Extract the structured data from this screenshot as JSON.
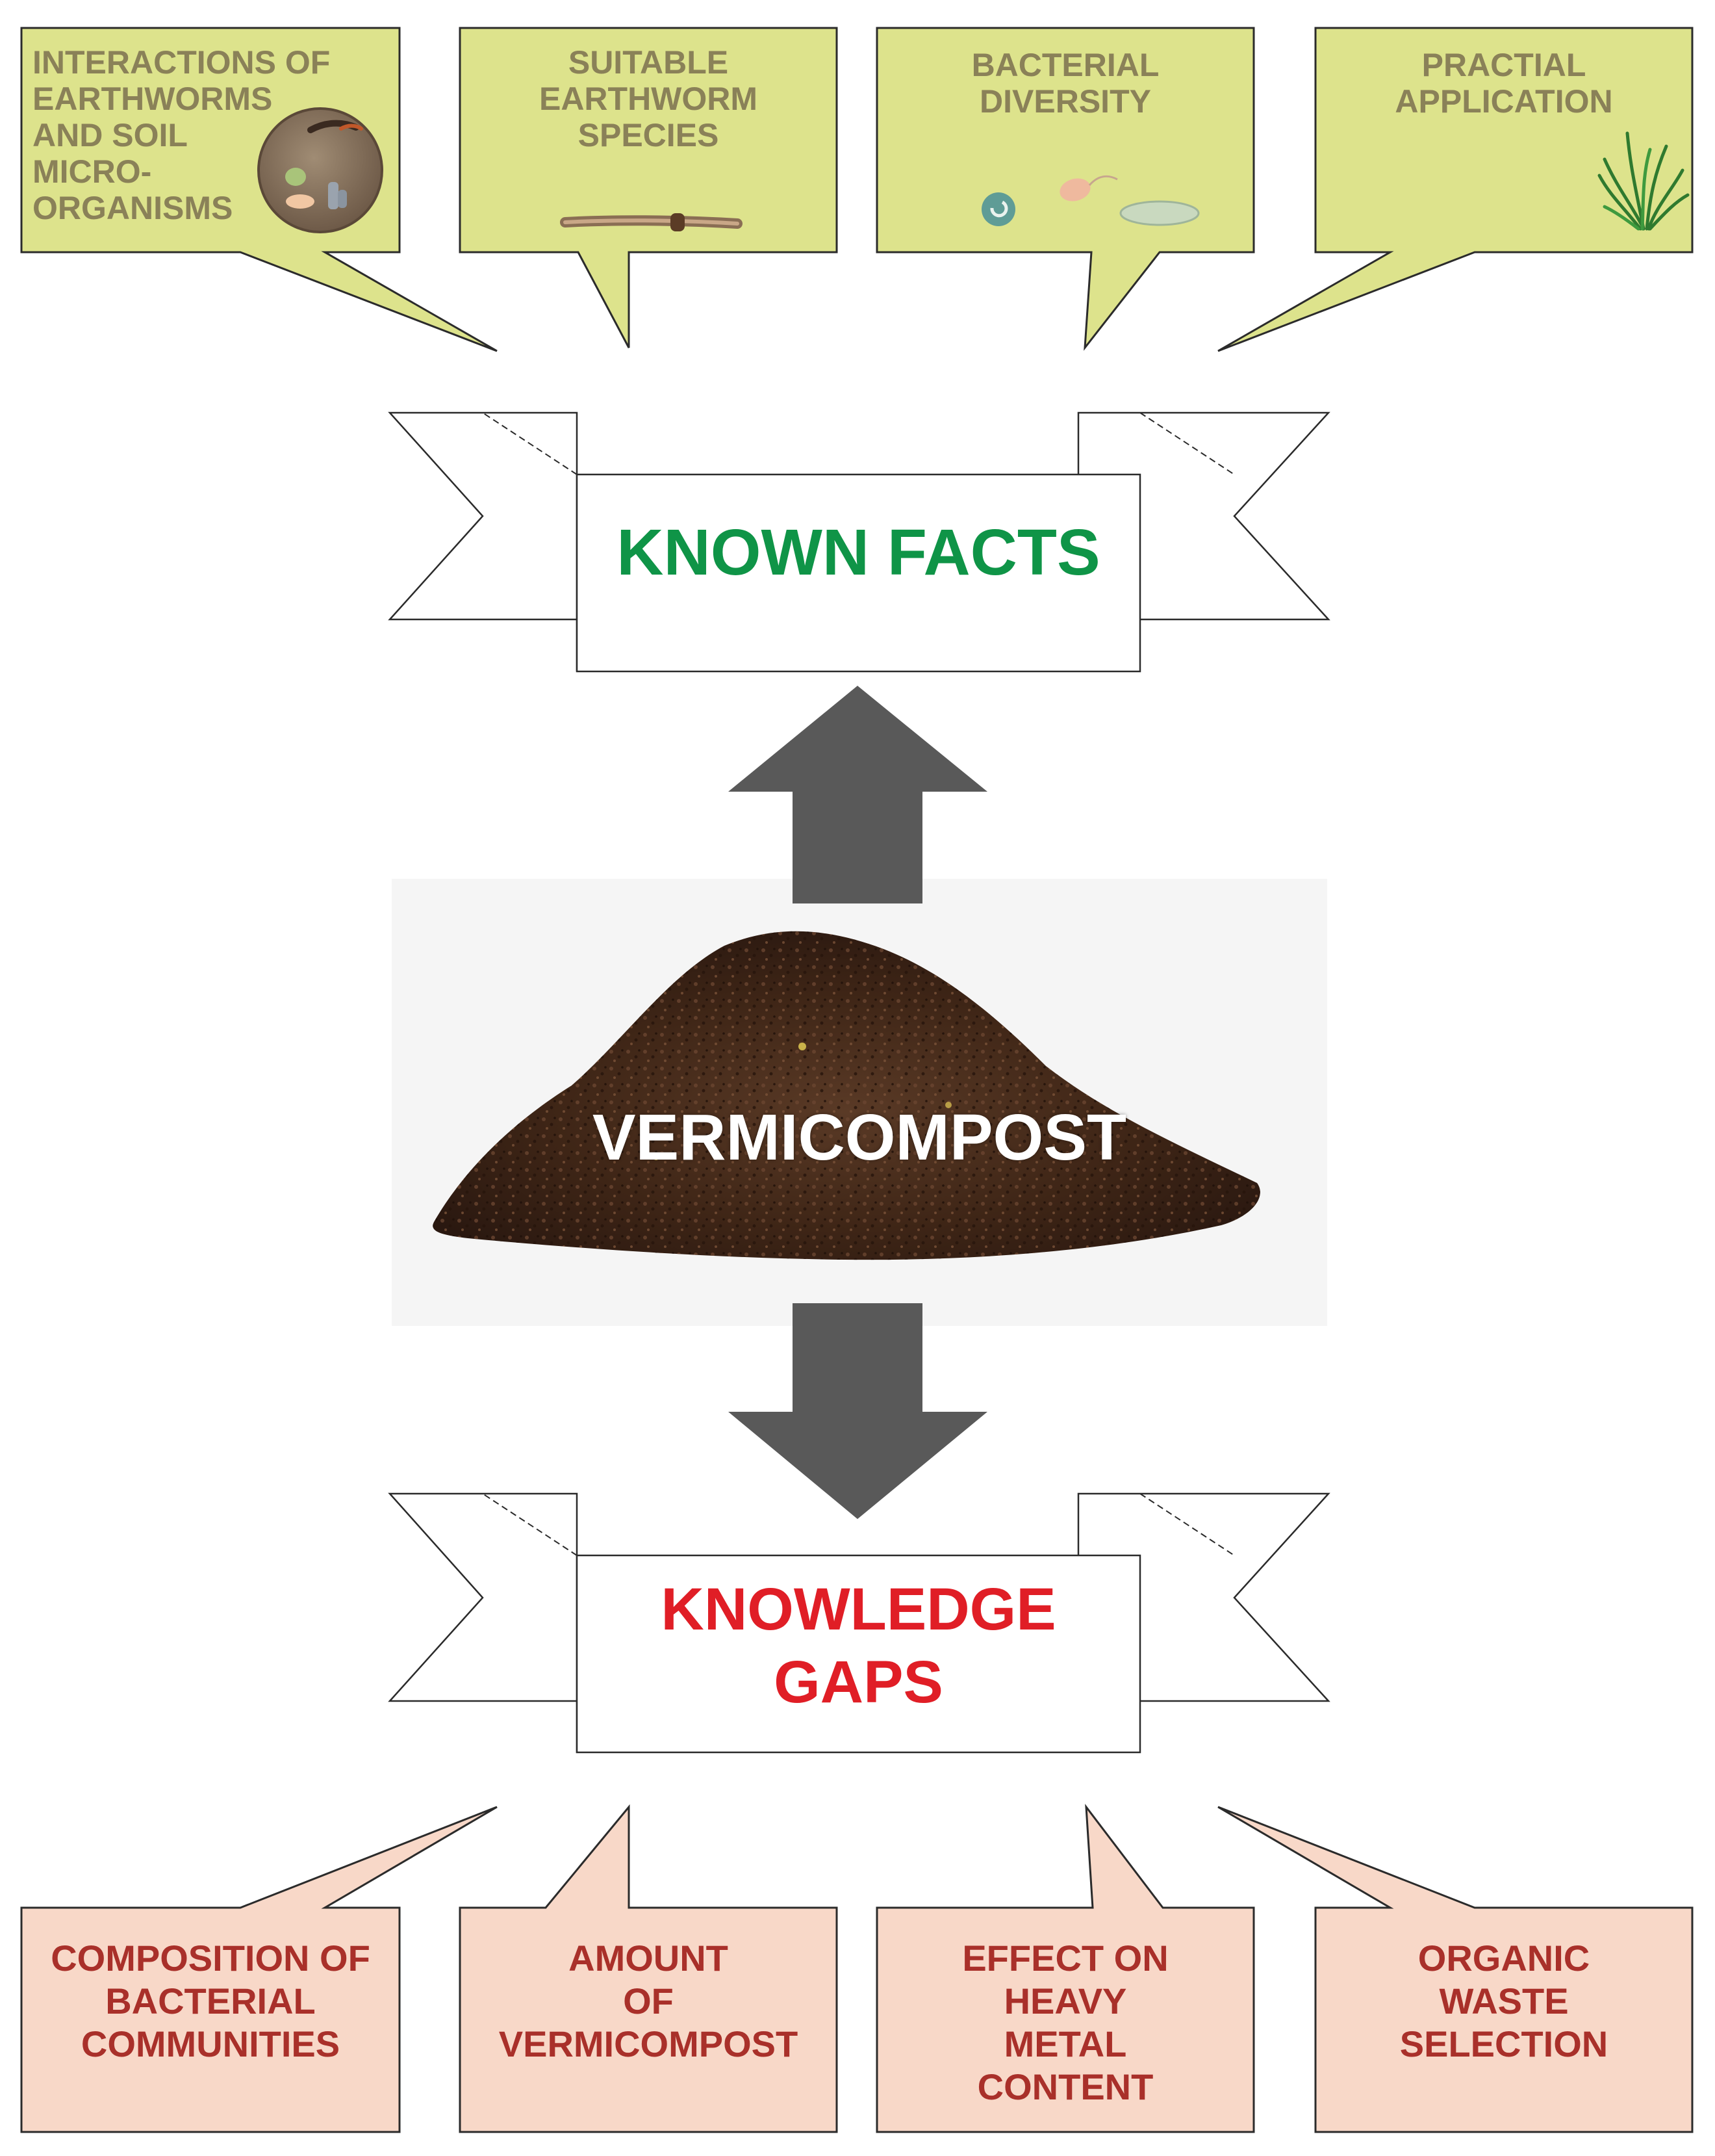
{
  "known_facts": {
    "title": "KNOWN FACTS",
    "color": "#0f9447",
    "box_fill": "#dde38c",
    "items": [
      {
        "label": "INTERACTIONS OF\nEARTHWORMS\nAND SOIL\nMICRO-\nORGANISMS",
        "icon": "soil-microorganisms-icon"
      },
      {
        "label": "SUITABLE\nEARTHWORM\nSPECIES",
        "icon": "earthworm-icon"
      },
      {
        "label": "BACTERIAL\nDIVERSITY",
        "icon": "bacteria-icon"
      },
      {
        "label": "PRACTIAL\nAPPLICATION",
        "icon": "grass-icon"
      }
    ]
  },
  "center": {
    "title": "VERMICOMPOST",
    "image": "compost-pile-icon"
  },
  "knowledge_gaps": {
    "title": "KNOWLEDGE\nGAPS",
    "color": "#e01e26",
    "box_fill": "#f8d8c8",
    "items": [
      {
        "label": "COMPOSITION OF\nBACTERIAL\nCOMMUNITIES"
      },
      {
        "label": "AMOUNT\nOF\nVERMICOMPOST"
      },
      {
        "label": "EFFECT ON\nHEAVY\nMETAL\nCONTENT"
      },
      {
        "label": "ORGANIC\nWASTE\nSELECTION"
      }
    ]
  },
  "arrow_color": "#595959"
}
